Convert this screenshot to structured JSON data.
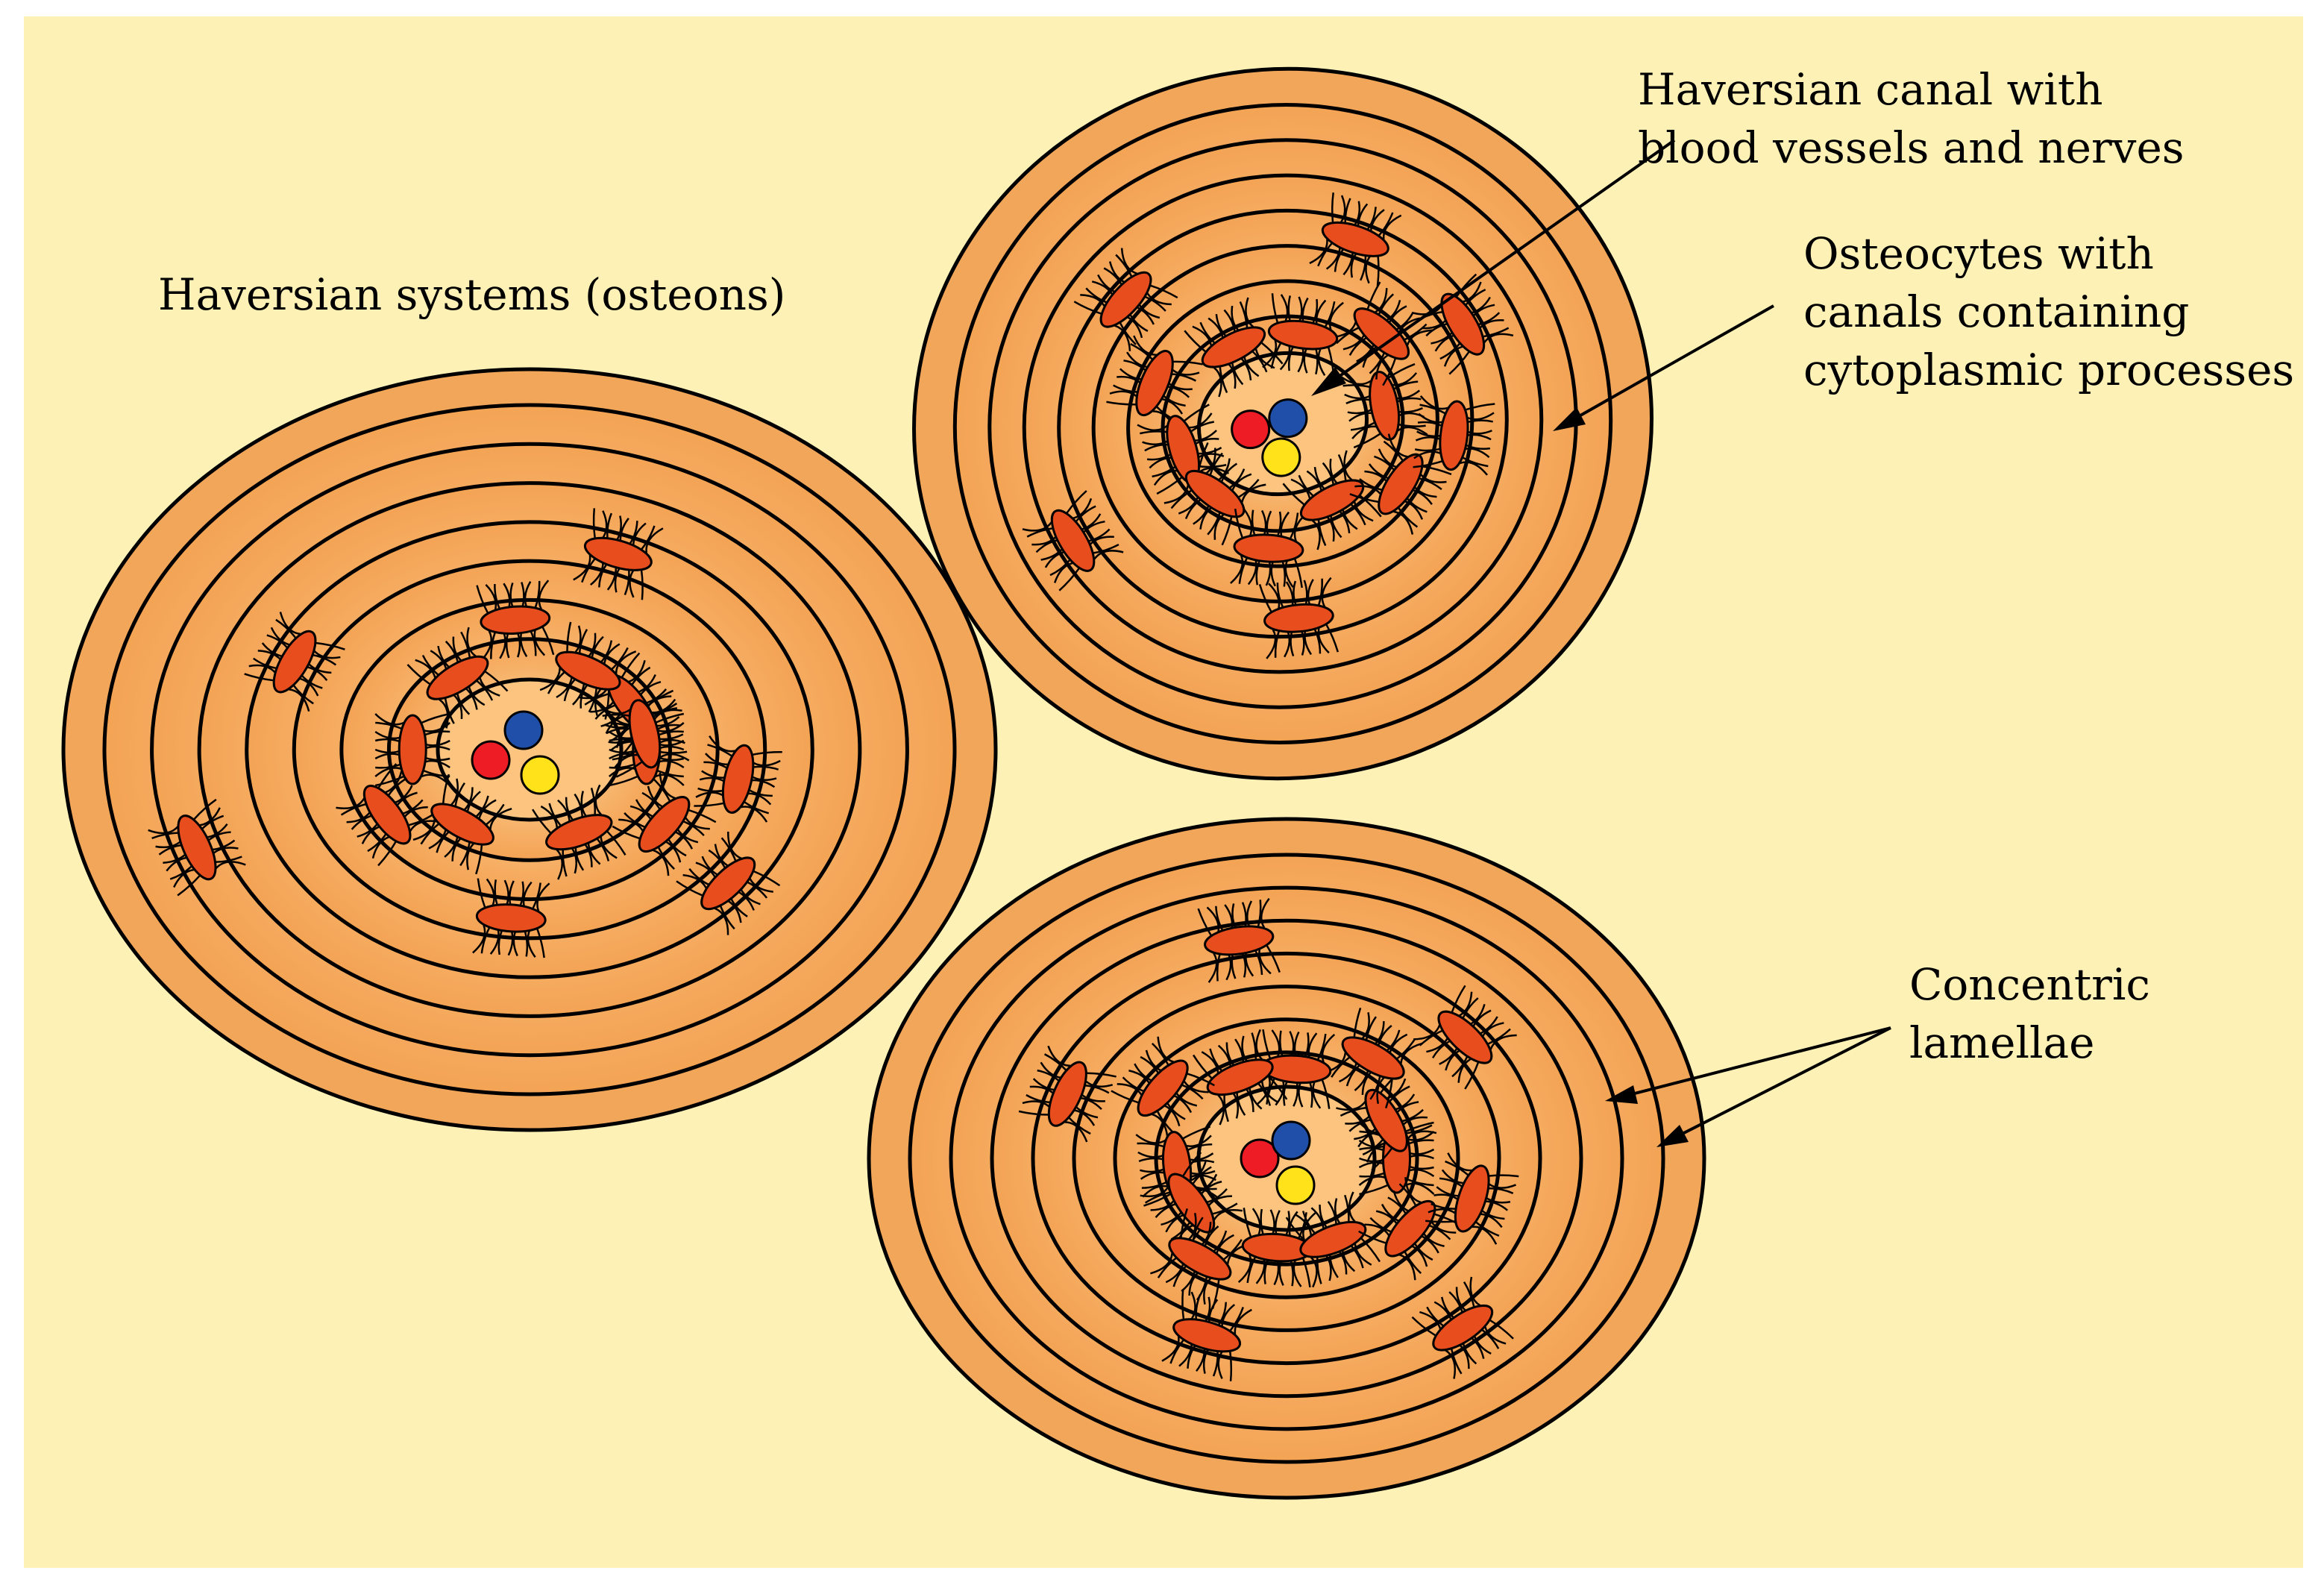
{
  "title": "Haversian systems (osteons)",
  "labels": {
    "canal": [
      "Haversian canal with",
      "blood vessels and nerves"
    ],
    "osteocytes": [
      "Osteocytes with",
      "canals containing",
      "cytoplasmic processes"
    ],
    "lamellae": [
      "Concentric",
      "lamellae"
    ]
  },
  "colors": {
    "background": "#fdf1b6",
    "outer_layer": "#f2a65a",
    "band_edge": "#f4a354",
    "band_center": "#fdd9a0",
    "canal": "#f7a24c",
    "osteocyte": "#e84d1e",
    "outline": "#000000",
    "artery": "#ee1c24",
    "vein": "#1f4fa8",
    "nerve": "#ffe21a"
  },
  "osteons": [
    {
      "name": "left-osteon",
      "lamellae_count": 7,
      "osteocyte_count": 17
    },
    {
      "name": "upper-right-osteon",
      "lamellae_count": 7,
      "osteocyte_count": 16
    },
    {
      "name": "lower-right-osteon",
      "lamellae_count": 7,
      "osteocyte_count": 18
    }
  ],
  "canal_contents": [
    "artery",
    "vein",
    "nerve"
  ]
}
